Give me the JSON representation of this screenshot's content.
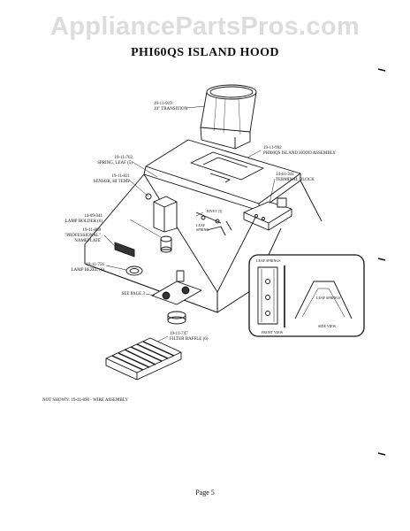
{
  "watermark": "AppliancePartsPros.com",
  "title": "PHI60QS ISLAND HOOD",
  "labels": {
    "transition": {
      "part": "19-11-919",
      "desc": "10\" TRANSITION"
    },
    "assembly": {
      "part": "19-11-992",
      "desc": "PHI60QS ISLAND HOOD ASSEMBLY"
    },
    "spring_leaf": {
      "part": "19-11-762",
      "desc": "SPRING, LEAF (5)"
    },
    "sensor": {
      "part": "19-11-821",
      "desc": "SENSOR, HI TEMP"
    },
    "terminal": {
      "part": "14-61-341",
      "desc": "TERMINAL BLOCK"
    },
    "lamp_holder": {
      "part": "14-09-941",
      "desc": "LAMP HOLDER (6)"
    },
    "nameplate": {
      "part": "19-11-888",
      "desc1": "\"PROFESSIONAL\"",
      "desc2": "NAMEPLATE"
    },
    "lamp_bezel": {
      "part": "19-11-756",
      "desc": "LAMP BEZEL (6)"
    },
    "see_page": "SEE PAGE 3",
    "filter": {
      "part": "19-11-747",
      "desc": "FILTER BAFFLE (6)"
    },
    "rivet": "RIVET (3)",
    "leaf_spring": "LEAF SPRING",
    "detail_leaf_springs": "LEAF SPRINGS",
    "detail_leaf_spring": "LEAF SPRINGS",
    "front_view": "FRONT VIEW",
    "side_view": "SIDE VIEW"
  },
  "not_shown": "NOT SHOWN: 19-11-890 - WIRE ASSEMBLY",
  "page_label": "Page 5"
}
